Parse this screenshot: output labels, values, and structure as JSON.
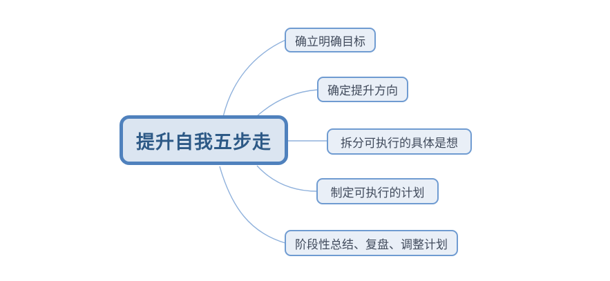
{
  "colors": {
    "central_border": "#4f81bd",
    "central_fill": "#dbe5f1",
    "central_text": "#2d5986",
    "branch_border": "#6f9bd1",
    "branch_fill": "#e9eff7",
    "branch_text": "#414b5c",
    "line": "#8fb1dc"
  },
  "mindmap": {
    "root": {
      "label": "提升自我五步走"
    },
    "branches": [
      {
        "label": "确立明确目标"
      },
      {
        "label": "确定提升方向"
      },
      {
        "label": "拆分可执行的具体是想"
      },
      {
        "label": "制定可执行的计划"
      },
      {
        "label": "阶段性总结、复盘、调整计划"
      }
    ]
  }
}
